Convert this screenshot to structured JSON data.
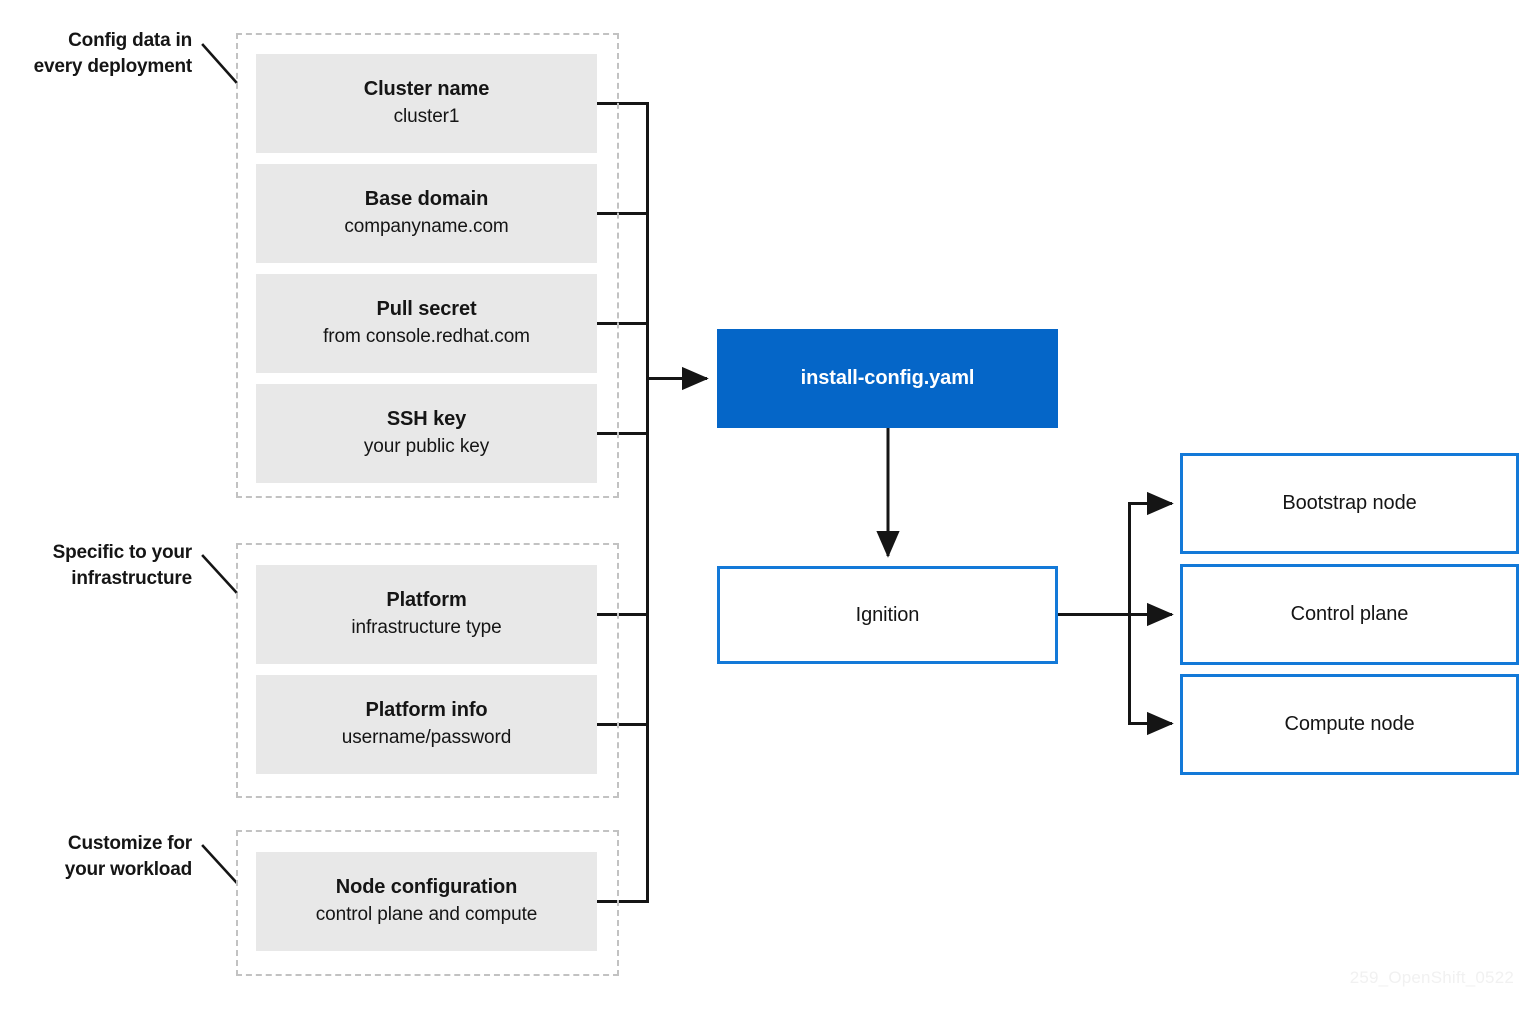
{
  "diagram": {
    "title": "OpenShift install-config and Ignition flow",
    "colors": {
      "accent_blue_fill": "#0566c8",
      "accent_blue_border": "#1379d8",
      "card_grey": "#e8e8e8",
      "group_dashed": "#c2c2c2",
      "text": "#151515",
      "wire": "#151515",
      "watermark": "#f1f1f1"
    },
    "watermark": "259_OpenShift_0522"
  },
  "annotations": [
    {
      "id": "config-data",
      "line1": "Config data in",
      "line2": "every deployment"
    },
    {
      "id": "specific-infra",
      "line1": "Specific to your",
      "line2": "infrastructure"
    },
    {
      "id": "customize-workload",
      "line1": "Customize for",
      "line2": "your workload"
    }
  ],
  "groups": [
    {
      "id": "common-config",
      "annotation": "Config data in every deployment",
      "cards": [
        {
          "id": "cluster-name",
          "title": "Cluster name",
          "subtitle": "cluster1"
        },
        {
          "id": "base-domain",
          "title": "Base domain",
          "subtitle": "companyname.com"
        },
        {
          "id": "pull-secret",
          "title": "Pull secret",
          "subtitle": "from console.redhat.com"
        },
        {
          "id": "ssh-key",
          "title": "SSH key",
          "subtitle": "your public key"
        }
      ]
    },
    {
      "id": "infrastructure-config",
      "annotation": "Specific to your infrastructure",
      "cards": [
        {
          "id": "platform",
          "title": "Platform",
          "subtitle": "infrastructure type"
        },
        {
          "id": "platform-info",
          "title": "Platform info",
          "subtitle": "username/password"
        }
      ]
    },
    {
      "id": "workload-config",
      "annotation": "Customize for your workload",
      "cards": [
        {
          "id": "node-configuration",
          "title": "Node configuration",
          "subtitle": "control plane and compute"
        }
      ]
    }
  ],
  "pipeline": {
    "install_config": {
      "label": "install-config.yaml",
      "style": "filled"
    },
    "ignition": {
      "label": "Ignition",
      "style": "outline"
    }
  },
  "outputs": [
    {
      "id": "bootstrap-node",
      "label": "Bootstrap node"
    },
    {
      "id": "control-plane",
      "label": "Control plane"
    },
    {
      "id": "compute-node",
      "label": "Compute node"
    }
  ]
}
